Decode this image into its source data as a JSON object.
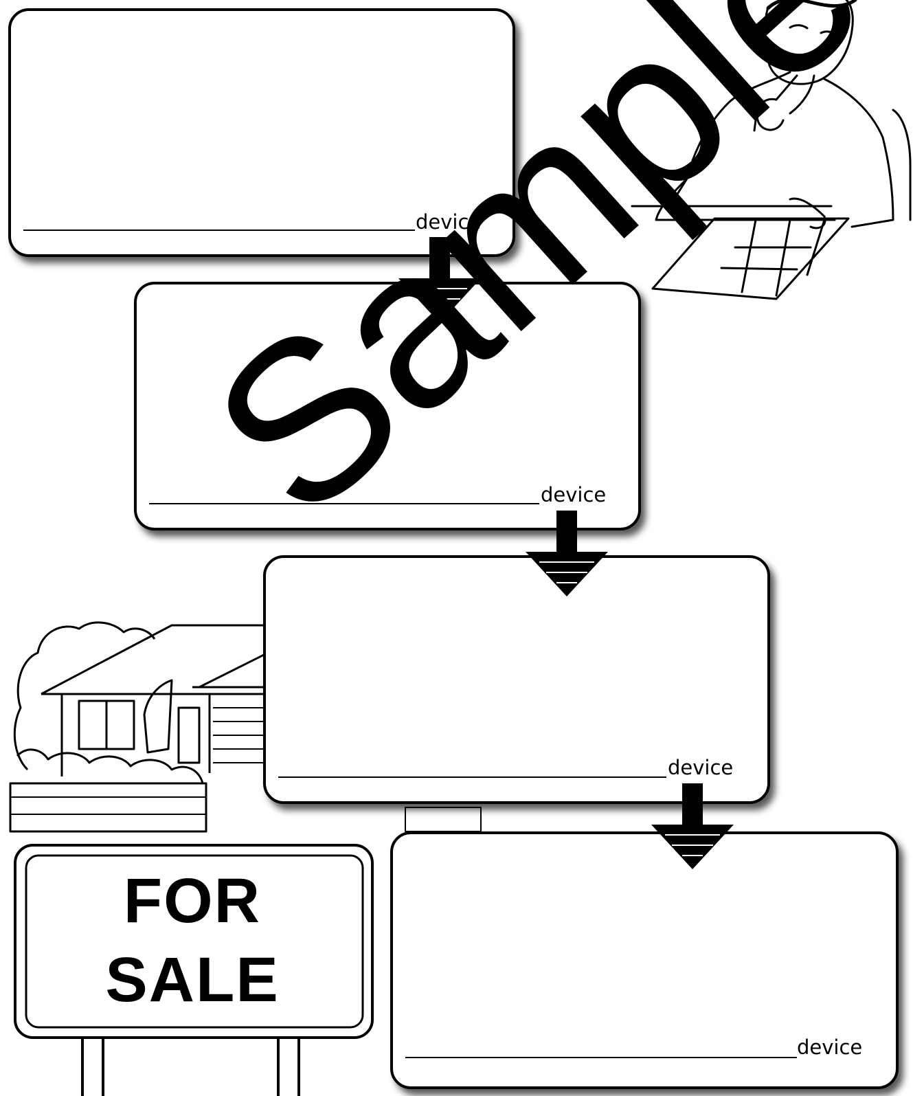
{
  "boxes": [
    {
      "device_label": "device"
    },
    {
      "device_label": "device"
    },
    {
      "device_label": "device"
    },
    {
      "device_label": "device"
    }
  ],
  "sign": {
    "line1": "FOR",
    "line2": "SALE"
  },
  "watermark": "Sample",
  "colors": {
    "ink": "#000000",
    "paper": "#ffffff"
  }
}
